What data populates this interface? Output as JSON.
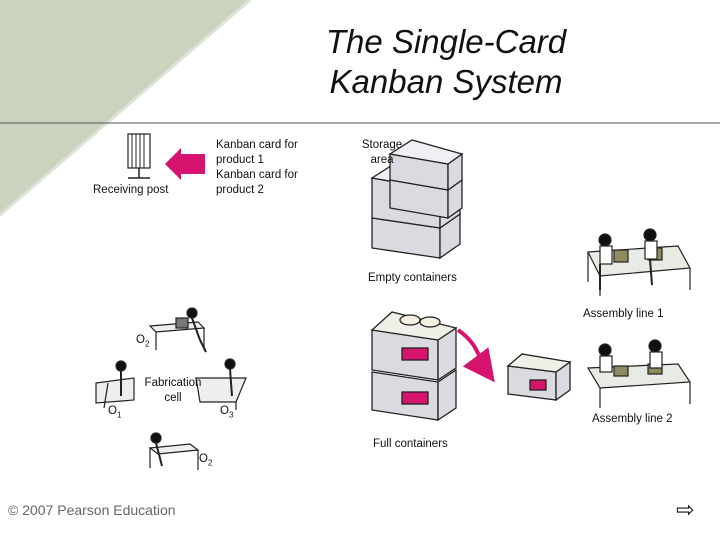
{
  "title": {
    "line1": "The Single-Card",
    "line2": "Kanban System"
  },
  "labels": {
    "receiving_post": "Receiving post",
    "kanban_card_1_line1": "Kanban card for",
    "kanban_card_1_line2": "product 1",
    "kanban_card_2_line1": "Kanban card for",
    "kanban_card_2_line2": "product 2",
    "storage_area_line1": "Storage",
    "storage_area_line2": "area",
    "empty_containers": "Empty containers",
    "assembly_line_1": "Assembly line 1",
    "assembly_line_2": "Assembly line 2",
    "full_containers": "Full containers",
    "fabrication_cell_line1": "Fabrication",
    "fabrication_cell_line2": "cell",
    "o2_top_letter": "O",
    "o2_top_sub": "2",
    "o1_letter": "O",
    "o1_sub": "1",
    "o3_letter": "O",
    "o3_sub": "3",
    "o2_bottom_letter": "O",
    "o2_bottom_sub": "2"
  },
  "footer": {
    "copyright": "© 2007 Pearson Education",
    "next_icon": "right-arrow-icon"
  },
  "colors": {
    "background_band": "#c9d3be",
    "kanban_card": "#d6136e",
    "container": "#d9dbe1",
    "container_edge": "#222222"
  }
}
